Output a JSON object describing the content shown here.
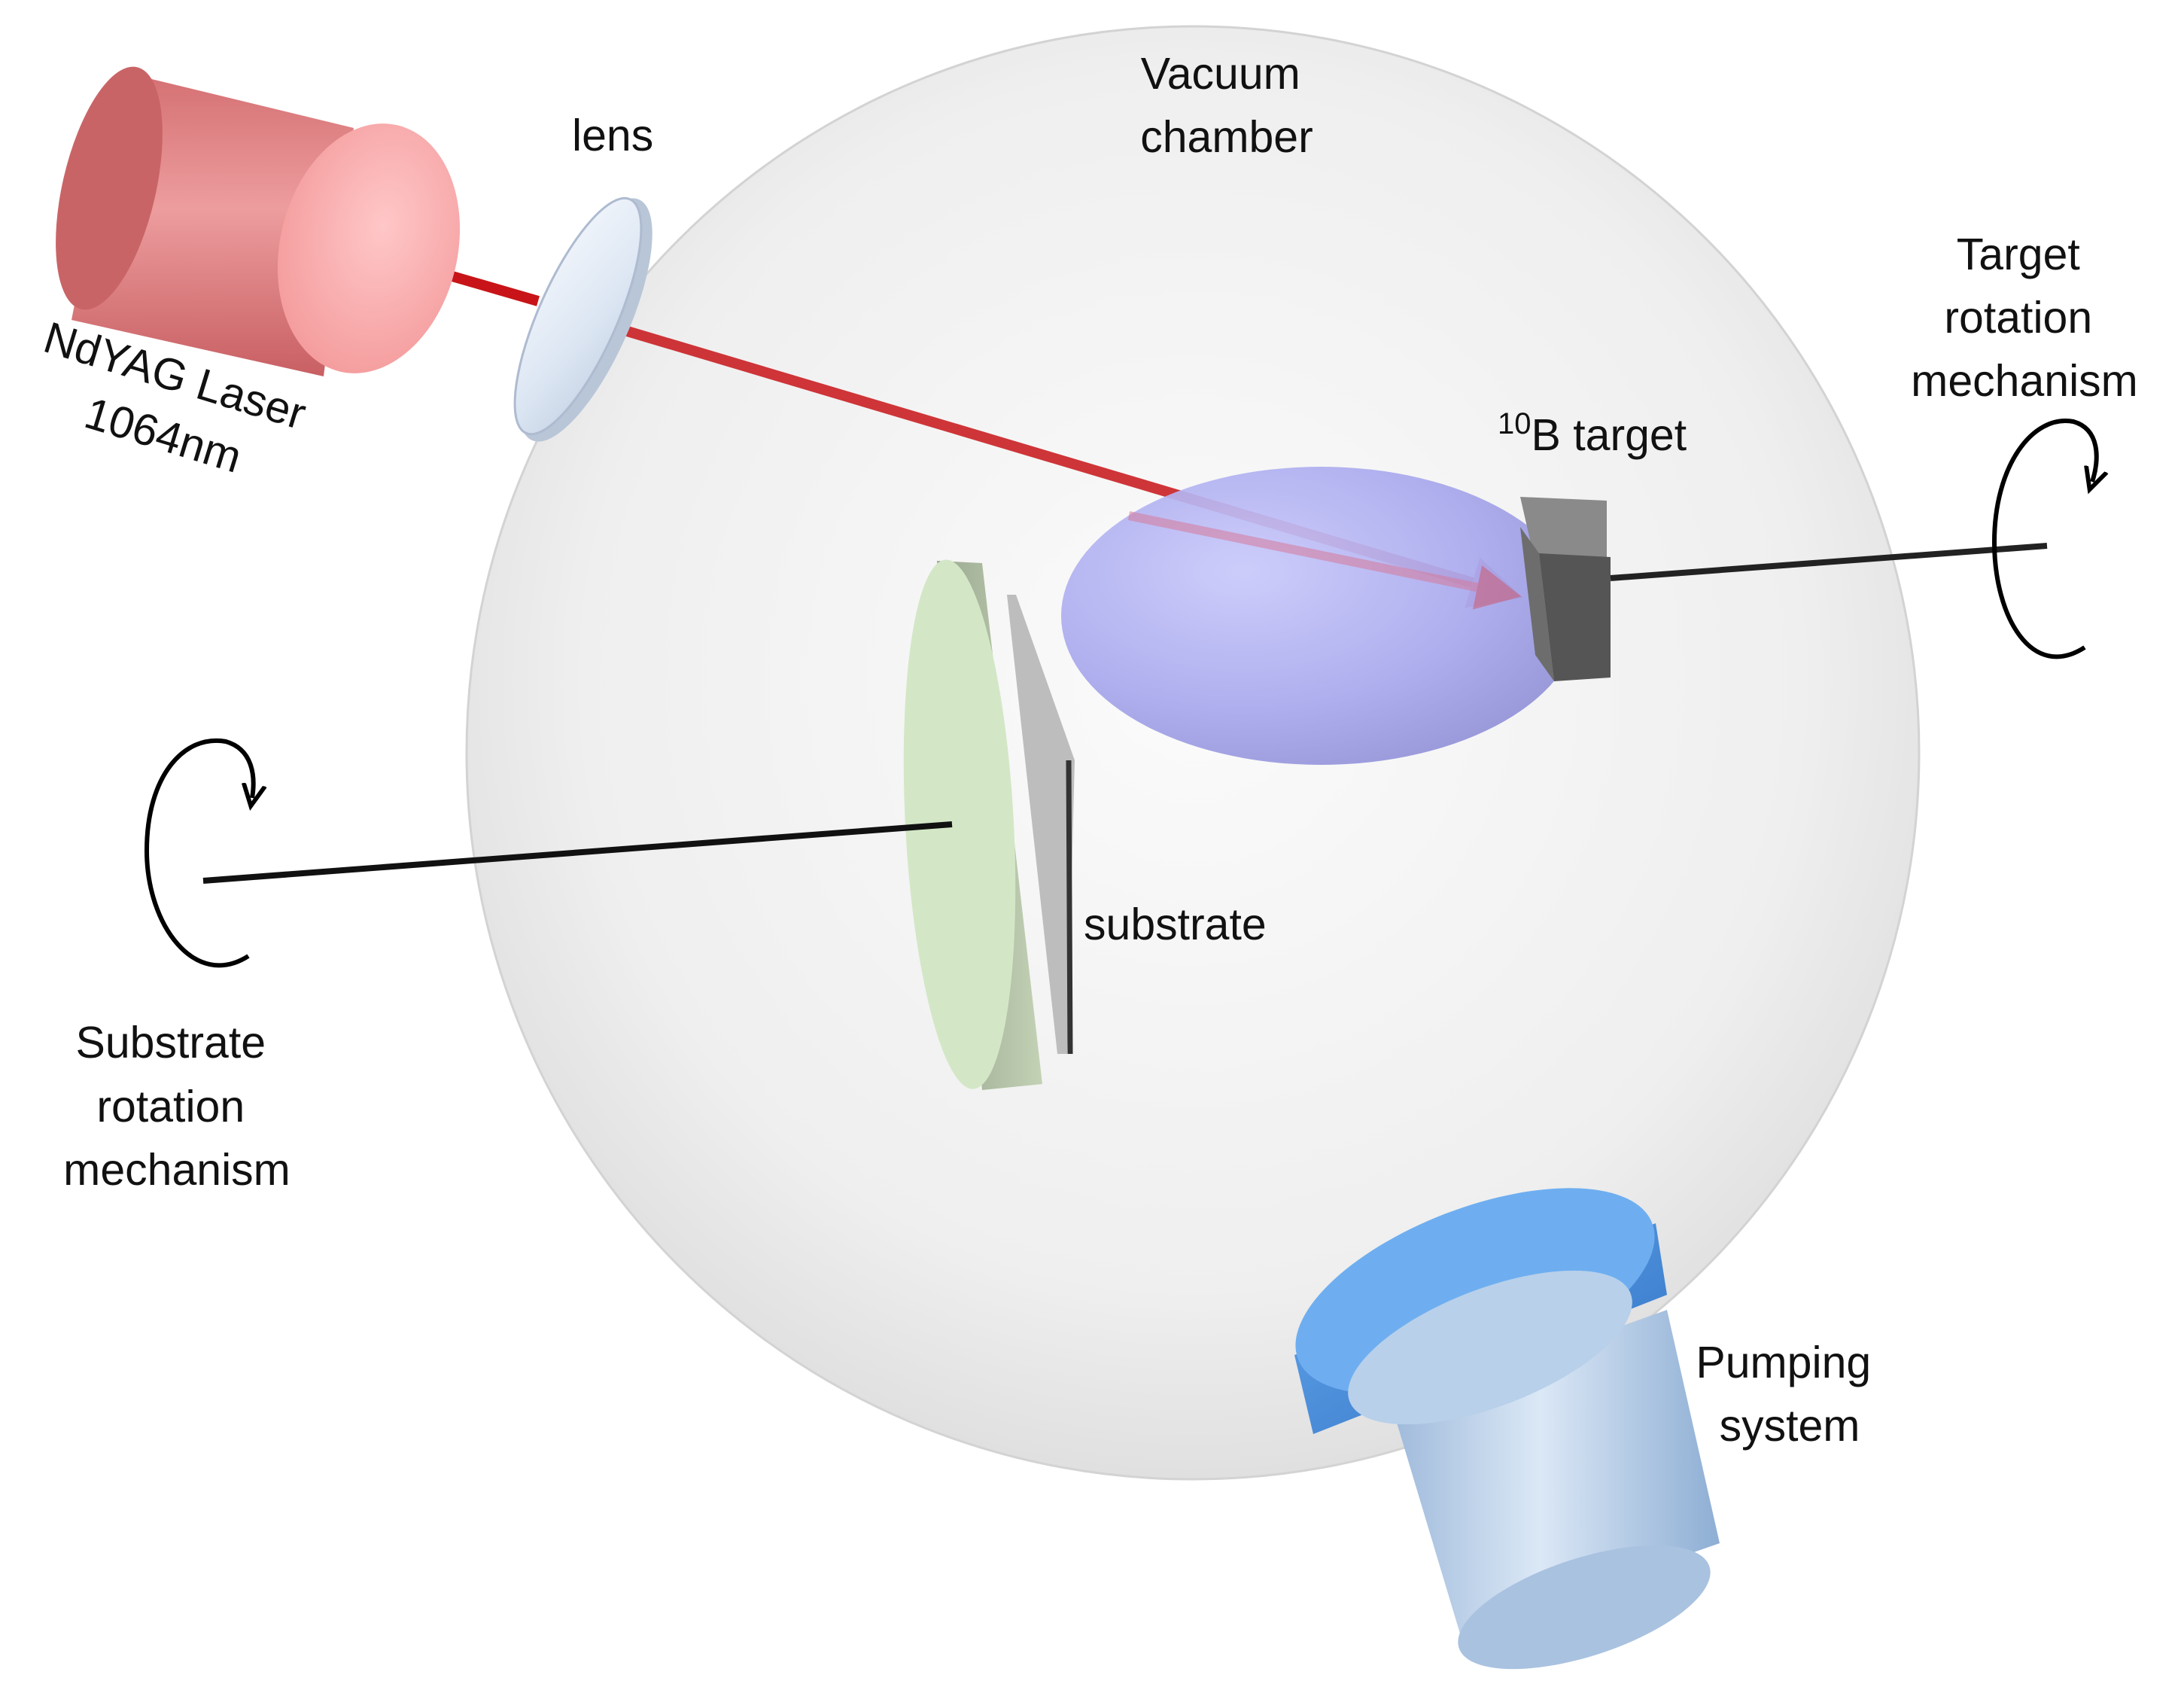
{
  "labels": {
    "vacuum_chamber": [
      "Vacuum",
      "chamber"
    ],
    "lens": "lens",
    "laser": [
      "NdYAG Laser",
      "1064nm"
    ],
    "target_rotation": [
      "Target",
      "rotation",
      "mechanism"
    ],
    "target": {
      "superscript": "10",
      "text": "B target"
    },
    "substrate": "substrate",
    "substrate_rotation": [
      "Substrate",
      "rotation",
      "mechanism"
    ],
    "pumping": [
      "Pumping",
      "system"
    ]
  },
  "colors": {
    "laser_body": "#e8888a",
    "laser_face": "#f7a7a8",
    "laser_beam": "#c81418",
    "lens": "#dfe7f2",
    "plume": "#a8a8f0",
    "target_block": "#5c5c5c",
    "substrate_holder": "#cfe6c2",
    "substrate_plate": "#b9b9b9",
    "pump_flange": "#4a8cd8",
    "pump_body": "#b8d0ea",
    "chamber": "#e8e8e8"
  }
}
